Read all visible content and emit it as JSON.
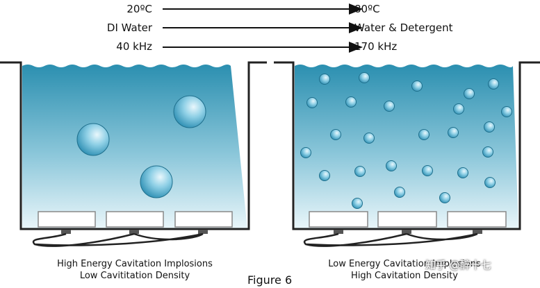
{
  "conditions": {
    "left": [
      "20ºC",
      "DI Water",
      "40 kHz"
    ],
    "right": [
      "80ºC",
      "Water & Detergent",
      "170 kHz"
    ]
  },
  "captions": {
    "left": [
      "High Energy Cavitation Implosions",
      "Low Cavititation Density"
    ],
    "right": [
      "Low Energy Cavitation Implosions",
      "High Cavitation Density"
    ]
  },
  "figure_label": "Figure 6",
  "watermark": "知乎 @醉十七",
  "colors": {
    "water_top": "#2b8fb0",
    "water_bottom": "#e6f4f9",
    "tank_outline": "#222222",
    "bubble": "#3d9fc0"
  }
}
